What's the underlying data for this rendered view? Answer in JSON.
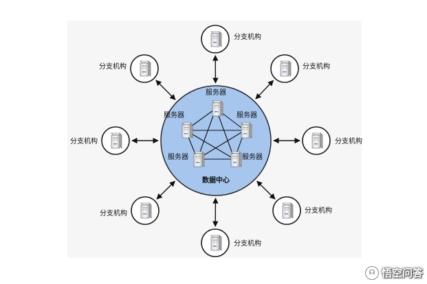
{
  "diagram": {
    "center_label": "数据中心",
    "servers": [
      {
        "label": "服务器"
      },
      {
        "label": "服务器"
      },
      {
        "label": "服务器"
      },
      {
        "label": "服务器"
      },
      {
        "label": "服务器"
      }
    ],
    "branches": [
      {
        "label": "分支机构"
      },
      {
        "label": "分支机构"
      },
      {
        "label": "分支机构"
      },
      {
        "label": "分支机构"
      },
      {
        "label": "分支机构"
      },
      {
        "label": "分支机构"
      },
      {
        "label": "分支机构"
      },
      {
        "label": "分支机构"
      }
    ],
    "colors": {
      "datacenter_fill": "#a6c6ee",
      "datacenter_stroke": "#2b2b2b",
      "connector": "#111111"
    }
  },
  "watermark": {
    "text": "悟空问答",
    "icon": "headset-icon"
  }
}
